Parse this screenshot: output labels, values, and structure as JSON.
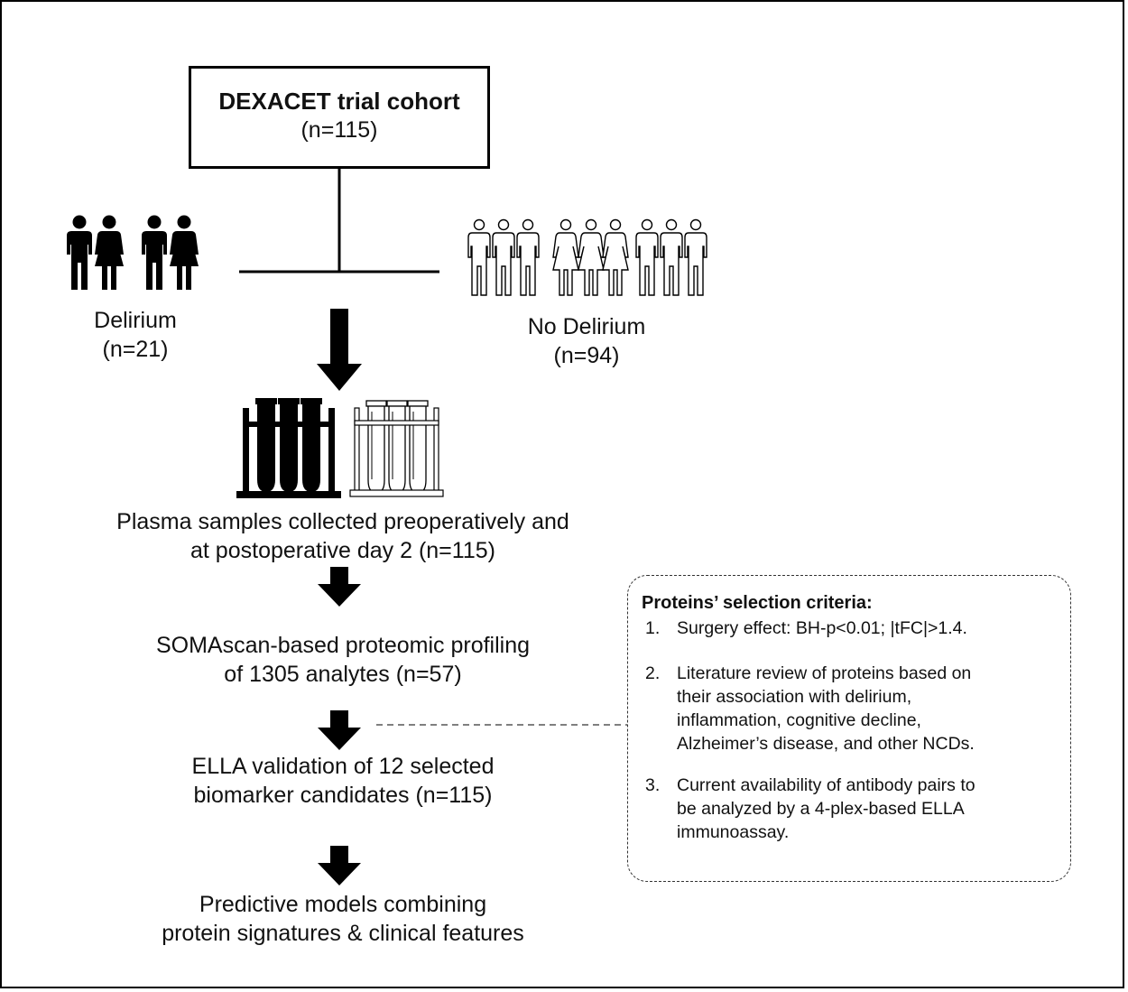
{
  "cohort": {
    "title": "DEXACET trial cohort",
    "n": "(n=115)"
  },
  "groups": {
    "delirium": {
      "label": "Delirium",
      "n": "(n=21)"
    },
    "no_delirium": {
      "label": "No Delirium",
      "n": "(n=94)"
    }
  },
  "steps": [
    {
      "line1": "Plasma samples collected preoperatively and",
      "line2": "at postoperative day 2 (n=115)"
    },
    {
      "line1": "SOMAscan-based proteomic profiling",
      "line2": "of 1305 analytes (n=57)"
    },
    {
      "line1": "ELLA validation of 12 selected",
      "line2": "biomarker candidates (n=115)"
    },
    {
      "line1": "Predictive models combining",
      "line2": "protein signatures & clinical features"
    }
  ],
  "criteria": {
    "heading": "Proteins’ selection criteria:",
    "items": [
      {
        "num": "1.",
        "lines": [
          "Surgery effect: BH-p<0.01; |tFC|>1.4."
        ]
      },
      {
        "num": "2.",
        "lines": [
          "Literature review of proteins based on",
          "their association with delirium,",
          "inflammation, cognitive decline,",
          "Alzheimer’s disease, and other NCDs."
        ]
      },
      {
        "num": "3.",
        "lines": [
          "Current availability of antibody pairs to",
          "be analyzed by a 4-plex-based ELLA",
          "immunoassay."
        ]
      }
    ]
  },
  "icons": {
    "delirium_people": "person-filled-icon",
    "no_delirium_people": "person-outline-icon",
    "delirium_tubes": "test-tube-rack-filled-icon",
    "no_delirium_tubes": "test-tube-rack-outline-icon"
  },
  "colors": {
    "line": "#000000",
    "background": "#ffffff"
  }
}
